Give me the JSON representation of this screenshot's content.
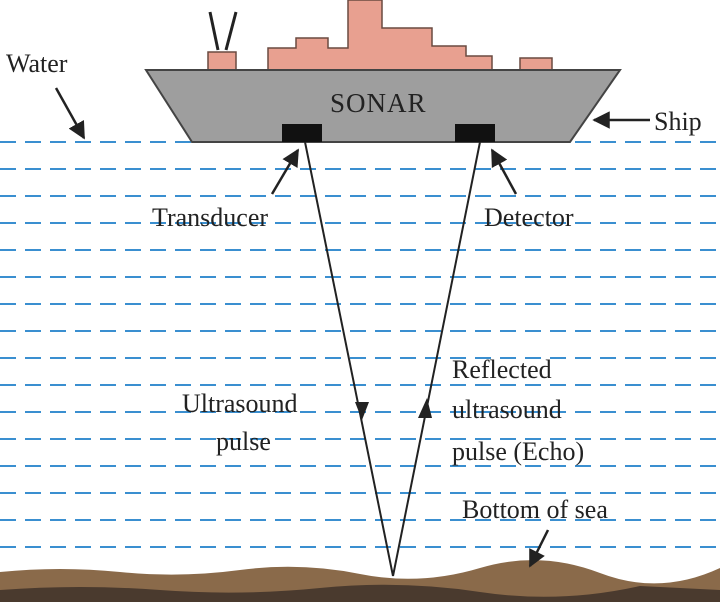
{
  "labels": {
    "water": "Water",
    "sonar": "SONAR",
    "ship": "Ship",
    "transducer": "Transducer",
    "detector": "Detector",
    "ultrasound_pulse_line1": "Ultrasound",
    "ultrasound_pulse_line2": "pulse",
    "reflected_line1": "Reflected",
    "reflected_line2": "ultrasound",
    "reflected_line3": "pulse (Echo)",
    "bottom_of_sea": "Bottom of sea"
  },
  "colors": {
    "water_dash": "#3a8fd0",
    "hull": "#9e9e9e",
    "superstructure": "#e8a090",
    "device": "#111111",
    "seabed": "#8a6a4a",
    "seabed_dark": "#4a3a2e",
    "ink": "#222222"
  }
}
